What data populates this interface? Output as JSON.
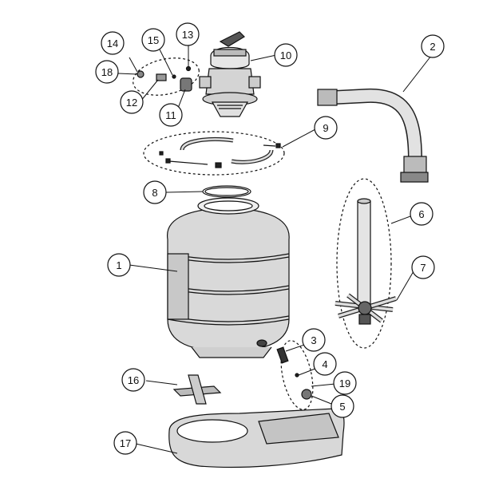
{
  "diagram": {
    "callouts": [
      {
        "id": "1",
        "label": "1"
      },
      {
        "id": "2",
        "label": "2"
      },
      {
        "id": "3",
        "label": "3"
      },
      {
        "id": "4",
        "label": "4"
      },
      {
        "id": "5",
        "label": "5"
      },
      {
        "id": "6",
        "label": "6"
      },
      {
        "id": "7",
        "label": "7"
      },
      {
        "id": "8",
        "label": "8"
      },
      {
        "id": "9",
        "label": "9"
      },
      {
        "id": "10",
        "label": "10"
      },
      {
        "id": "11",
        "label": "11"
      },
      {
        "id": "12",
        "label": "12"
      },
      {
        "id": "13",
        "label": "13"
      },
      {
        "id": "14",
        "label": "14"
      },
      {
        "id": "15",
        "label": "15"
      },
      {
        "id": "16",
        "label": "16"
      },
      {
        "id": "17",
        "label": "17"
      },
      {
        "id": "18",
        "label": "18"
      },
      {
        "id": "19",
        "label": "19"
      }
    ],
    "colors": {
      "line": "#111111",
      "shade": "#d9d9d9",
      "dark": "#555555",
      "background": "#ffffff"
    }
  }
}
